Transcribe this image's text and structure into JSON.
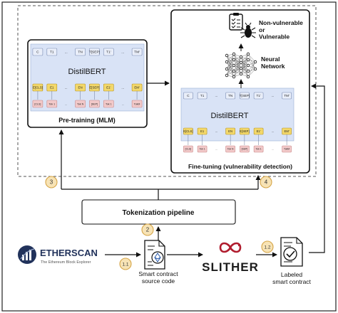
{
  "pretraining": {
    "model_name": "DistilBERT",
    "caption": "Pre-training (MLM)",
    "top_tokens": [
      "C",
      "T1",
      "...",
      "TN",
      "T[SEP]",
      "T1'",
      "...",
      "TM'"
    ],
    "emb_tokens": [
      "E[CLS]",
      "E1",
      "...",
      "EN",
      "E[SEP]",
      "E1'",
      "...",
      "EM'"
    ],
    "input_tokens": [
      "[CLS]",
      "Tok 1",
      "...",
      "Tok N",
      "[SEP]",
      "Tok 1",
      "...",
      "TokM"
    ]
  },
  "finetuning": {
    "model_name": "DistilBERT",
    "caption": "Fine-tuning (vulnerability detection)",
    "neural_network_label": "Neural\nNetwork",
    "output_label": "Non-vulnerable\nor\nVulnerable",
    "top_tokens": [
      "C",
      "T1",
      "...",
      "TN",
      "T[SEP]",
      "T1'",
      "...",
      "TM'"
    ],
    "emb_tokens": [
      "E[CLS]",
      "E1",
      "...",
      "EN",
      "E[SEP]",
      "E1'",
      "...",
      "EM'"
    ],
    "input_tokens": [
      "[CLS]",
      "Tok 1",
      "...",
      "Tok N",
      "[SEP]",
      "Tok 1",
      "...",
      "TokM"
    ]
  },
  "tokenization": {
    "label": "Tokenization pipeline"
  },
  "etherscan": {
    "logo_text": "ETHERSCAN",
    "tagline": "The Ethereum Block Explorer"
  },
  "source_code": {
    "label": "Smart contract\nsource code"
  },
  "slither": {
    "logo_text": "SLITHER"
  },
  "labeled": {
    "label": "Labeled\nsmart contract"
  },
  "steps": {
    "s1_1": "1.1",
    "s1_2": "1.2",
    "s2": "2",
    "s3": "3",
    "s4": "4"
  },
  "colors": {
    "model_bg": "#d9e3f6",
    "token_yellow": "#f3d86a",
    "token_pink": "#f2c9c9",
    "step_badge_fill": "#f7e3b5",
    "step_badge_stroke": "#d6a547",
    "etherscan_blue": "#21325b",
    "slither_red": "#b01c2e"
  },
  "icons": [
    "checklist-icon",
    "bug-icon",
    "neural-network-icon",
    "document-ethereum-icon",
    "ouroboros-icon",
    "document-check-icon",
    "etherscan-logo-icon"
  ]
}
